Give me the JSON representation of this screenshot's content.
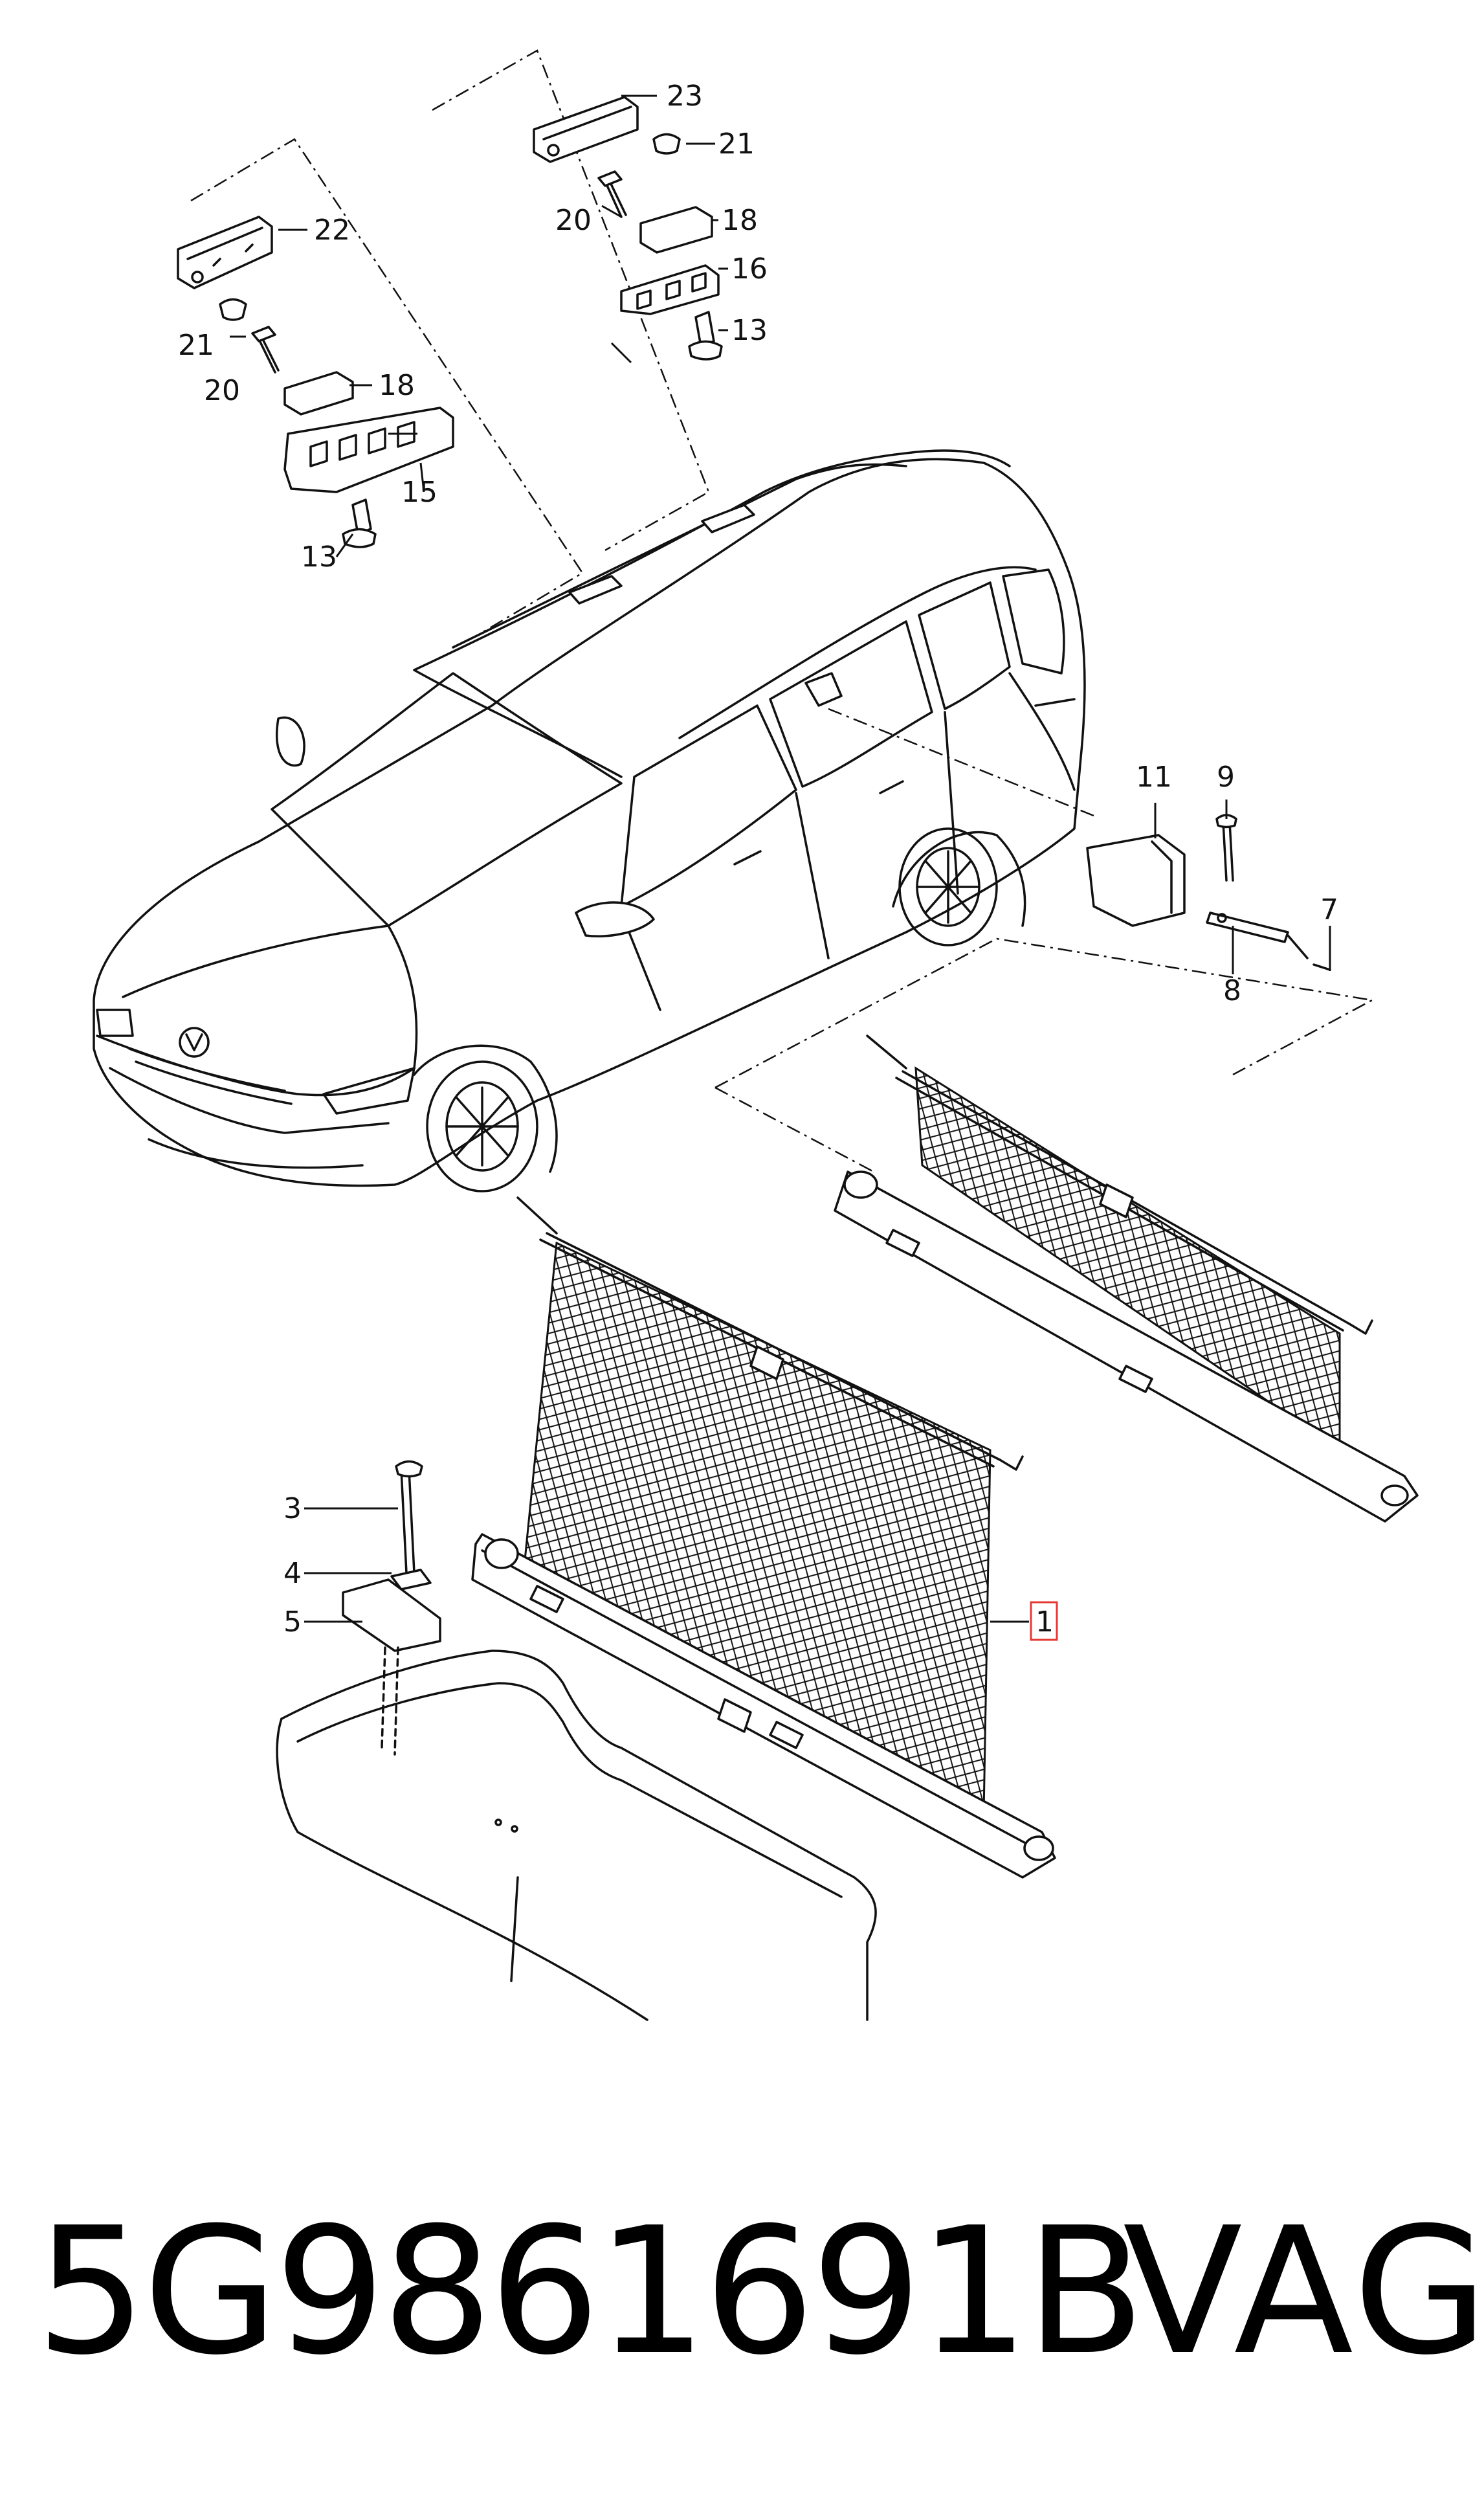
{
  "callouts": {
    "c1": "1",
    "c3": "3",
    "c4": "4",
    "c5": "5",
    "c7": "7",
    "c8": "8",
    "c9": "9",
    "c11": "11",
    "c13a": "13",
    "c13b": "13",
    "c15": "15",
    "c16": "16",
    "c18a": "18",
    "c18b": "18",
    "c20a": "20",
    "c20b": "20",
    "c21a": "21",
    "c21b": "21",
    "c22": "22",
    "c23": "23"
  },
  "footer": {
    "part_number": "5G9861691B",
    "brand": "VAG"
  },
  "colors": {
    "highlight_box": "#e53935",
    "line": "#111111"
  }
}
